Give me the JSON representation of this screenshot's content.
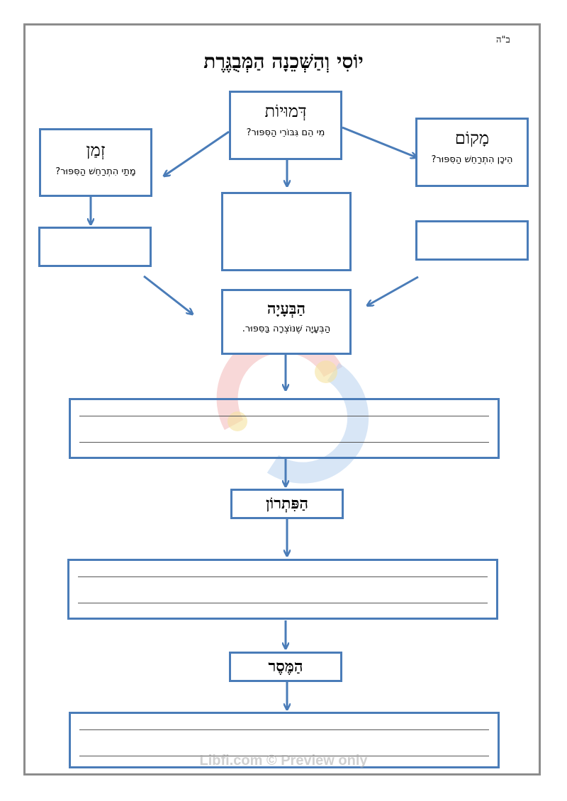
{
  "header": {
    "bh_mark": "ב\"ה",
    "title": "יוֹסִי וְהַשְּׁכֵנָה הַמְּבֻגֶּרֶת"
  },
  "boxes": {
    "characters": {
      "title": "דְּמוּיוֹת",
      "subtitle": "מִי הֵם גִּבּוֹרֵי הַסִּפּוּר?"
    },
    "time": {
      "title": "זְמַן",
      "subtitle": "מָתַי הִתְרַחֵשׁ הַסִּפּוּר?"
    },
    "place": {
      "title": "מָקוֹם",
      "subtitle": "הֵיכָן הִתְרַחֵשׁ הַסִּפּוּר?"
    },
    "problem": {
      "title": "הַבְּעָיָה",
      "subtitle": "הַבְּעָיָה שֶׁנּוֹצְרָה בַּסִּפּוּר."
    },
    "solution": {
      "title": "הַפִּתְרוֹן"
    },
    "message": {
      "title": "הַמֶּסֶר"
    }
  },
  "watermark": "Libfi.com © Preview only",
  "colors": {
    "accent": "#4a7cb8",
    "frame": "#8c8c8c"
  }
}
